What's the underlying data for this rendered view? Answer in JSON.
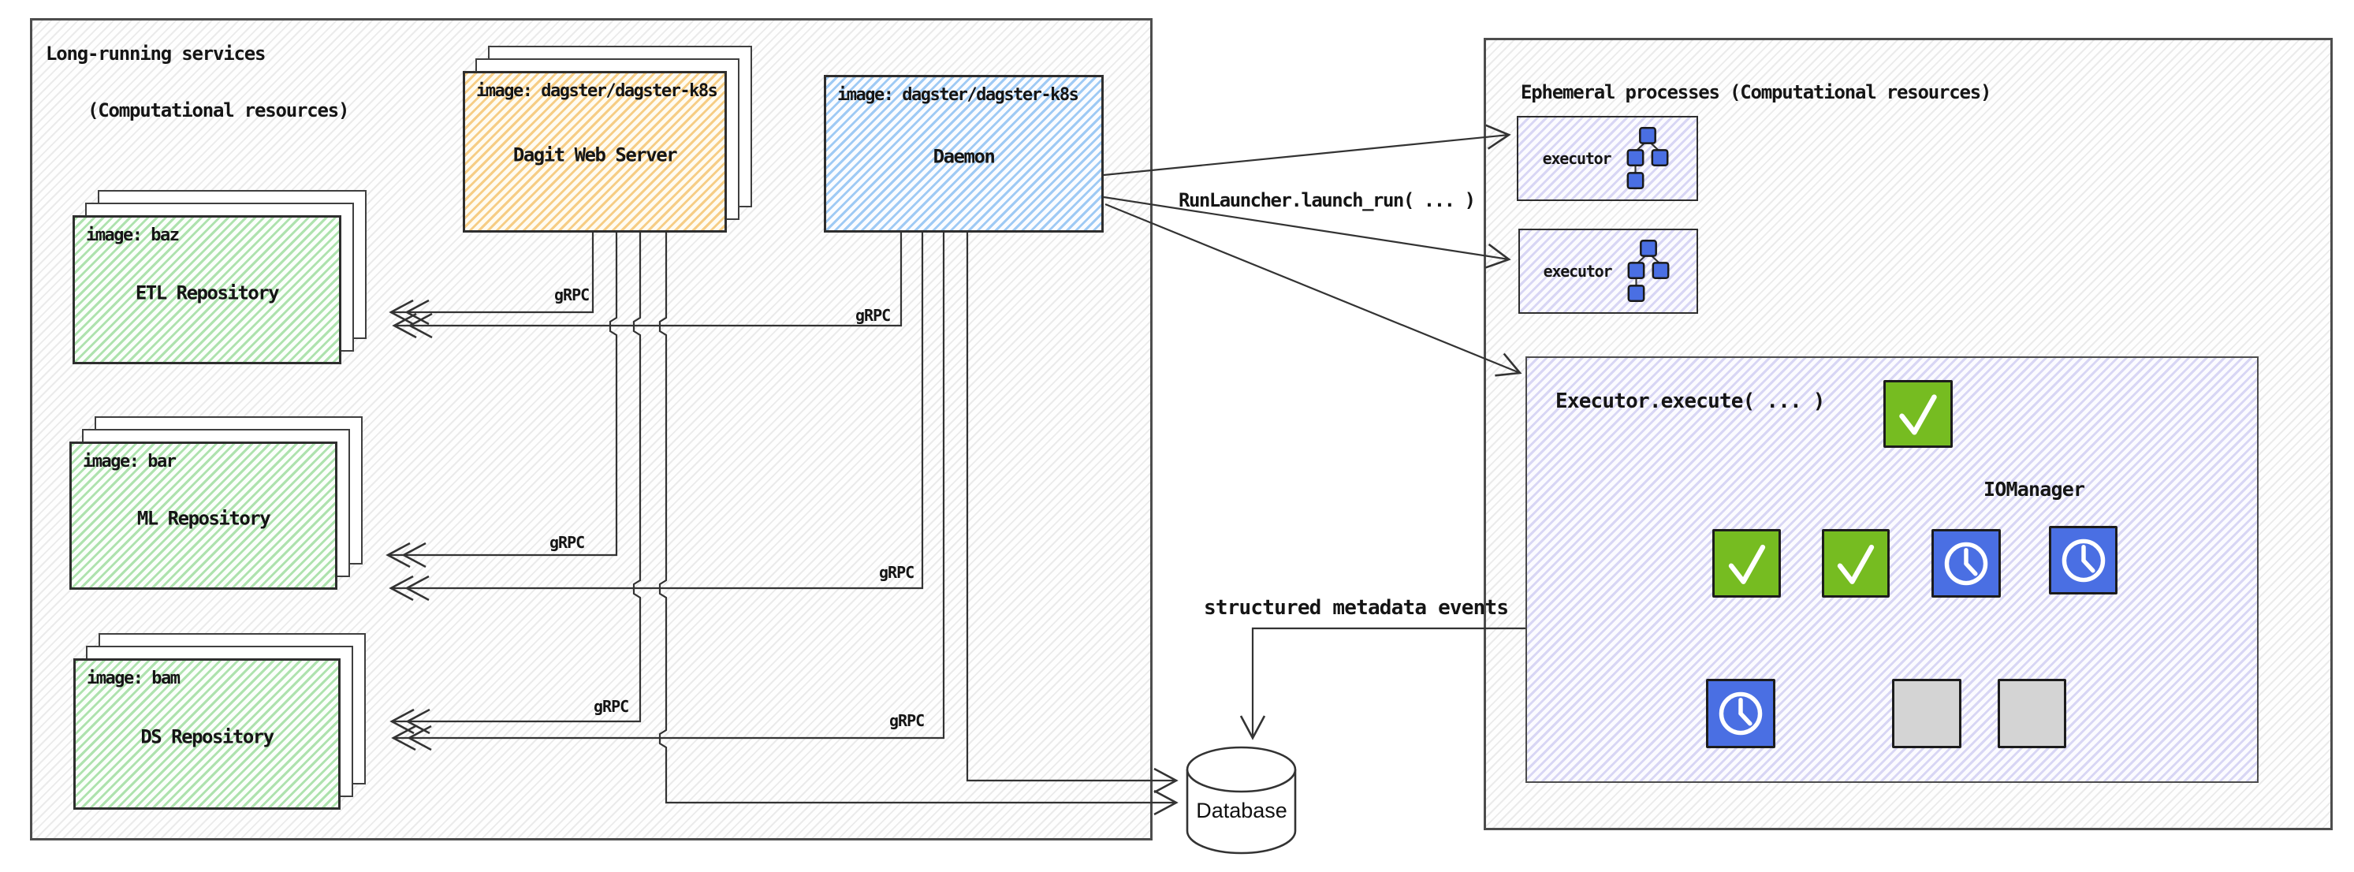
{
  "left_panel": {
    "title_line1": "Long-running services",
    "title_line2": "(Computational resources)"
  },
  "right_panel": {
    "title": "Ephemeral processes (Computational resources)"
  },
  "dagit": {
    "image_label": "image: dagster/dagster-k8s",
    "name": "Dagit Web Server"
  },
  "daemon": {
    "image_label": "image: dagster/dagster-k8s",
    "name": "Daemon"
  },
  "repos": [
    {
      "image_label": "image: baz",
      "name": "ETL Repository"
    },
    {
      "image_label": "image: bar",
      "name": "ML Repository"
    },
    {
      "image_label": "image: bam",
      "name": "DS Repository"
    }
  ],
  "executors": [
    {
      "label": "executor"
    },
    {
      "label": "executor"
    }
  ],
  "executor_execute": {
    "label": "Executor.execute( ... )",
    "iomanager_label": "IOManager"
  },
  "edge_labels": {
    "grpc": "gRPC",
    "run_launcher": "RunLauncher.launch_run( ... )",
    "structured_metadata": "structured metadata events"
  },
  "database": {
    "label": "Database"
  },
  "execution_tree": {
    "root": "success",
    "level2": [
      "success",
      "success",
      "running",
      "running"
    ],
    "level3": [
      "running",
      "queued",
      "queued"
    ],
    "icon_map": {
      "success": "check-icon",
      "running": "clock-icon",
      "queued": "blank"
    }
  },
  "colors": {
    "step_success_green": "#76bc21",
    "step_running_blue": "#4a6fe3",
    "step_queued_gray": "#d4d4d4",
    "dagit_box_yellow": "#f8e3b4",
    "daemon_box_blue": "#cfe6fb",
    "repo_box_green": "#d9f2d9",
    "executor_box_lavender": "#eceafa",
    "line_color": "#333333"
  }
}
